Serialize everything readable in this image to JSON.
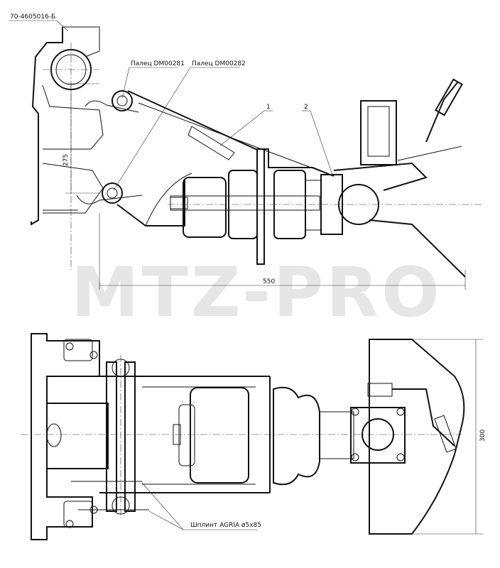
{
  "labels": {
    "assembly_code": "70-4605016-Б",
    "pin_1": "Палец DM00281",
    "pin_2": "Палец DM00282",
    "callout_1": "1",
    "callout_2": "2",
    "cotter_pin": "Шплинт AGRIA ø5х85",
    "dim_vertical": "275",
    "dim_horizontal": "550",
    "dim_height": "300"
  },
  "watermark": "MTZ-PRO"
}
